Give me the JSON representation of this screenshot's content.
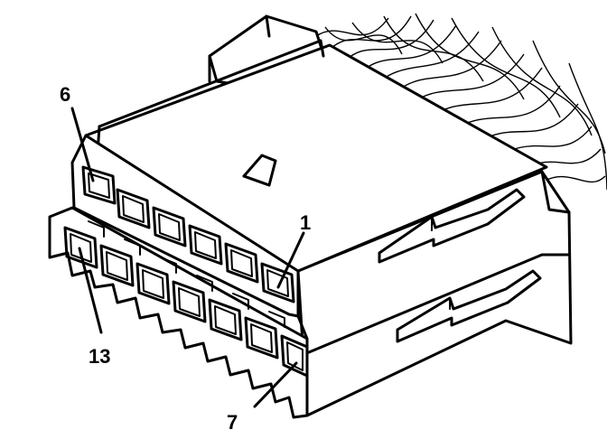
{
  "labels": {
    "pin_1": "1",
    "pin_6": "6",
    "pin_7": "7",
    "pin_13": "13"
  },
  "colors": {
    "line": "#000000",
    "background": "#ffffff"
  }
}
